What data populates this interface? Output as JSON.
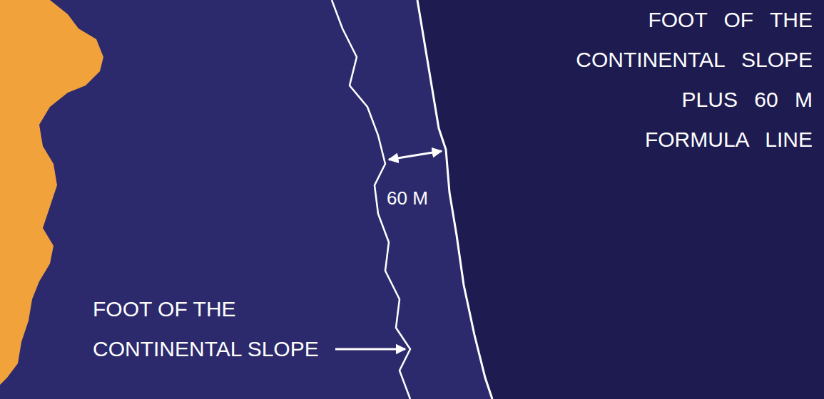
{
  "diagram": {
    "labels": [
      "FOOT OF THE CONTINENTAL SLOPE PLUS 60 M FORMULA LINE",
      "60 M",
      "FOOT OF THE CONTINENTAL SLOPE"
    ]
  }
}
